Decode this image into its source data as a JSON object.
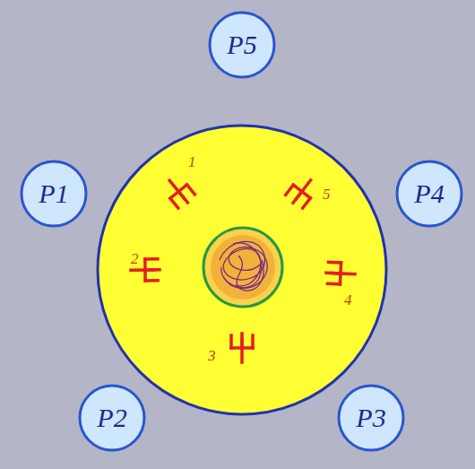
{
  "diagram": {
    "nodes": [
      {
        "text": [
          "P5"
        ]
      },
      {
        "text": [
          "P1"
        ]
      },
      {
        "text": [
          "P4"
        ]
      },
      {
        "text": [
          "P2"
        ]
      },
      {
        "text": [
          "P3"
        ]
      }
    ],
    "labels": [
      "1",
      "5",
      "2",
      "4",
      "3"
    ]
  }
}
